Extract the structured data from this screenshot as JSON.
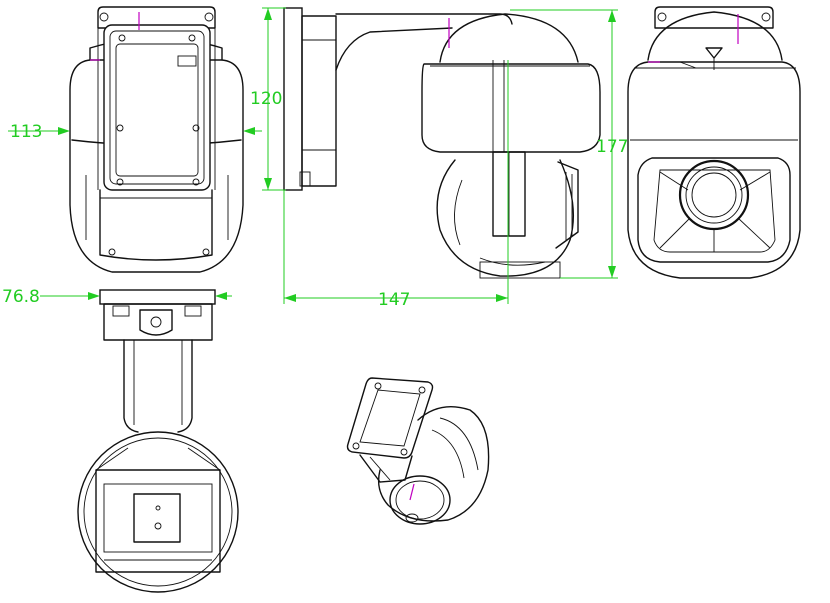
{
  "colors": {
    "line": "#111111",
    "dimension": "#22cc22",
    "marker": "#c000c0",
    "background": "#ffffff"
  },
  "dimensions": {
    "width_front": "113",
    "height_bracket": "120",
    "height_total": "177",
    "depth_total": "147",
    "width_mount": "76.8"
  },
  "views": [
    "rear-view",
    "side-view",
    "front-view",
    "bottom-view",
    "isometric-view"
  ]
}
